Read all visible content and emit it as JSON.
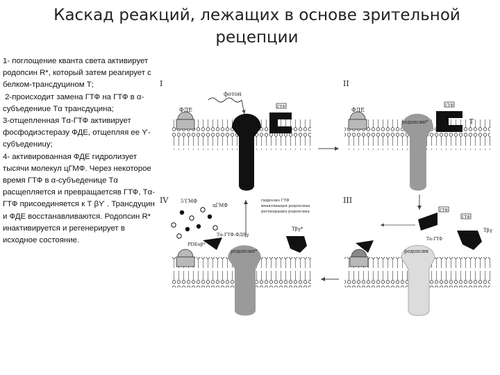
{
  "page": {
    "title": "Каскад реакций, лежащих в основе зрительной рецепции"
  },
  "steps": [
    "1- поглощение кванта света активирует родопсин R*, который затем реагирует с белком-трансдуцином Т;",
    " 2-происходит замена ГТФ на ГТФ в α-субъедениuе Tα трансдуцина;",
    "3-отщепленная Tα-ГТФ активирует фосфодиэстеразу ФДЕ, отщепляя ее ϒ-субъедениuу;",
    "4- активированная ФДЕ гидролизует тысячи молекул цГМФ. Через некоторое время ГТФ в α-субъеденице Tα расщепляется и превращаетсяв ГТФ, Tα-ГТФ присоединяется к Т βϒ . Трансдуцин и ФДЕ восстанавливаются. Родопсин R* инактивируется и регенерирует в исходное состояние."
  ],
  "diagram": {
    "panels": {
      "p1": "I",
      "p2": "II",
      "p3": "III",
      "p4": "IV"
    },
    "labels": {
      "photon": "фотон",
      "pde_p1": "ФДЕ",
      "pde_p2": "ФДЕ",
      "gtp_p1": "ГТФ",
      "gtp_p2": "ГТФ",
      "rhodopsin_p2": "родопсин*",
      "t_p2": "Т",
      "gtp_p3a": "ГТФ",
      "gtp_p3b": "ГТФ",
      "tbg_p3": "Тβγ",
      "ta_gtp_p3": "Tα-ГТФ",
      "rhodopsin_p3": "родопсин",
      "gmp5": "5'ГМФ",
      "cgmp": "цГМФ",
      "ta_gtp_pde": "Tα-ГТФ-ФДЕγ",
      "pde_act": "PDEαβ*",
      "rhodopsin_p4": "родопсин*",
      "tbg_p4": "Тβγ*",
      "inactivation_1": "гидролиз ГТФ",
      "inactivation_2": "инактивация родопсина",
      "inactivation_3": "регенерация родопсина"
    },
    "colors": {
      "membrane_grey": "#9a9a9a",
      "dark": "#111111",
      "light_grey": "#d6d6d6"
    }
  }
}
